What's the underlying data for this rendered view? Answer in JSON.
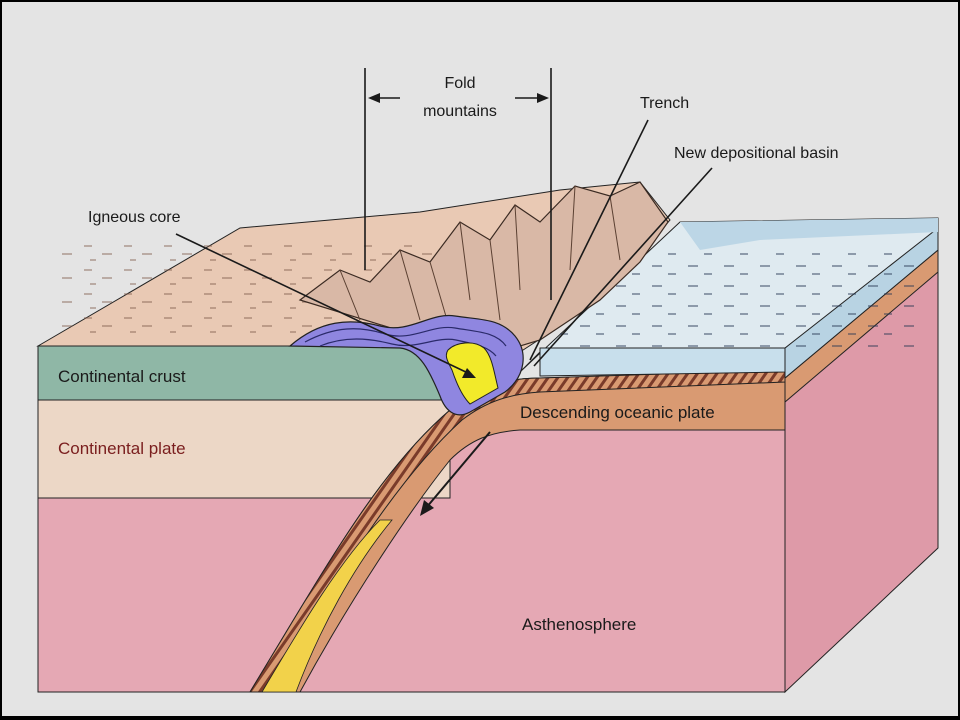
{
  "labels": {
    "fold_mountains_line1": "Fold",
    "fold_mountains_line2": "mountains",
    "trench": "Trench",
    "new_depositional_basin": "New depositional basin",
    "igneous_core": "Igneous core",
    "continental_crust": "Continental crust",
    "continental_plate": "Continental plate",
    "descending_oceanic_plate": "Descending oceanic plate",
    "asthenosphere": "Asthenosphere"
  },
  "colors": {
    "background": "#e4e4e4",
    "land_surface": "#e9c9b4",
    "continental_crust": "#8fb7a6",
    "continental_plate": "#ecd7c6",
    "asthenosphere": "#e5a8b4",
    "asthenosphere_side": "#de9aa8",
    "oceanic_plate": "#d99a72",
    "oceanic_plate_stripe": "#7a3b2a",
    "plate_core": "#f2d24a",
    "igneous_core": "#f2ea2a",
    "fold_layers": "#8f86e0",
    "ocean_water": "#dfeaf0",
    "ocean_side": "#b8d3e3"
  }
}
